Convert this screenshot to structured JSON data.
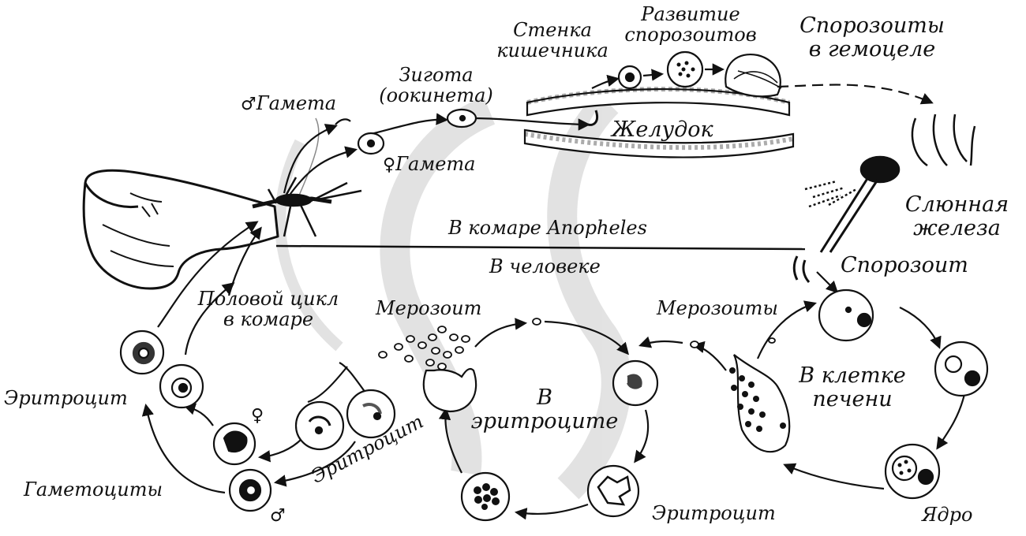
{
  "labels": {
    "male_gamete_symbol": "♂",
    "male_gamete": "Гамета",
    "female_gamete_symbol": "♀",
    "female_gamete": "Гамета",
    "zygote_line1": "Зигота",
    "zygote_line2": "(оокинета)",
    "gut_wall_line1": "Стенка",
    "gut_wall_line2": "кишечника",
    "sporozoite_dev_line1": "Развитие",
    "sporozoite_dev_line2": "спорозоитов",
    "hemocoel_line1": "Спорозоиты",
    "hemocoel_line2": "в гемоцеле",
    "stomach": "Желудок",
    "salivary_line1": "Слюнная",
    "salivary_line2": "железа",
    "in_mosquito": "В комаре Anopheles",
    "in_human": "В человеке",
    "sporozoite": "Спорозоит",
    "sexual_cycle_line1": "Половой цикл",
    "sexual_cycle_line2": "в комаре",
    "merozoite": "Мерозоит",
    "merozoites": "Мерозоиты",
    "in_rbc_line1": "В",
    "in_rbc_line2": "эритроците",
    "liver_line1": "В клетке",
    "liver_line2": "печени",
    "rbc_left": "Эритроцит",
    "rbc_diag": "Эритроцит",
    "rbc_bottom": "Эритроцит",
    "gametocytes": "Гаметоциты",
    "nucleus": "Ядро",
    "gam_female_symbol": "♀",
    "gam_male_symbol": "♂"
  },
  "colors": {
    "ink": "#111111",
    "watermark": "#d9d9d9"
  },
  "icons": [
    "hand-icon",
    "mosquito-icon",
    "salivary-gland-icon"
  ]
}
